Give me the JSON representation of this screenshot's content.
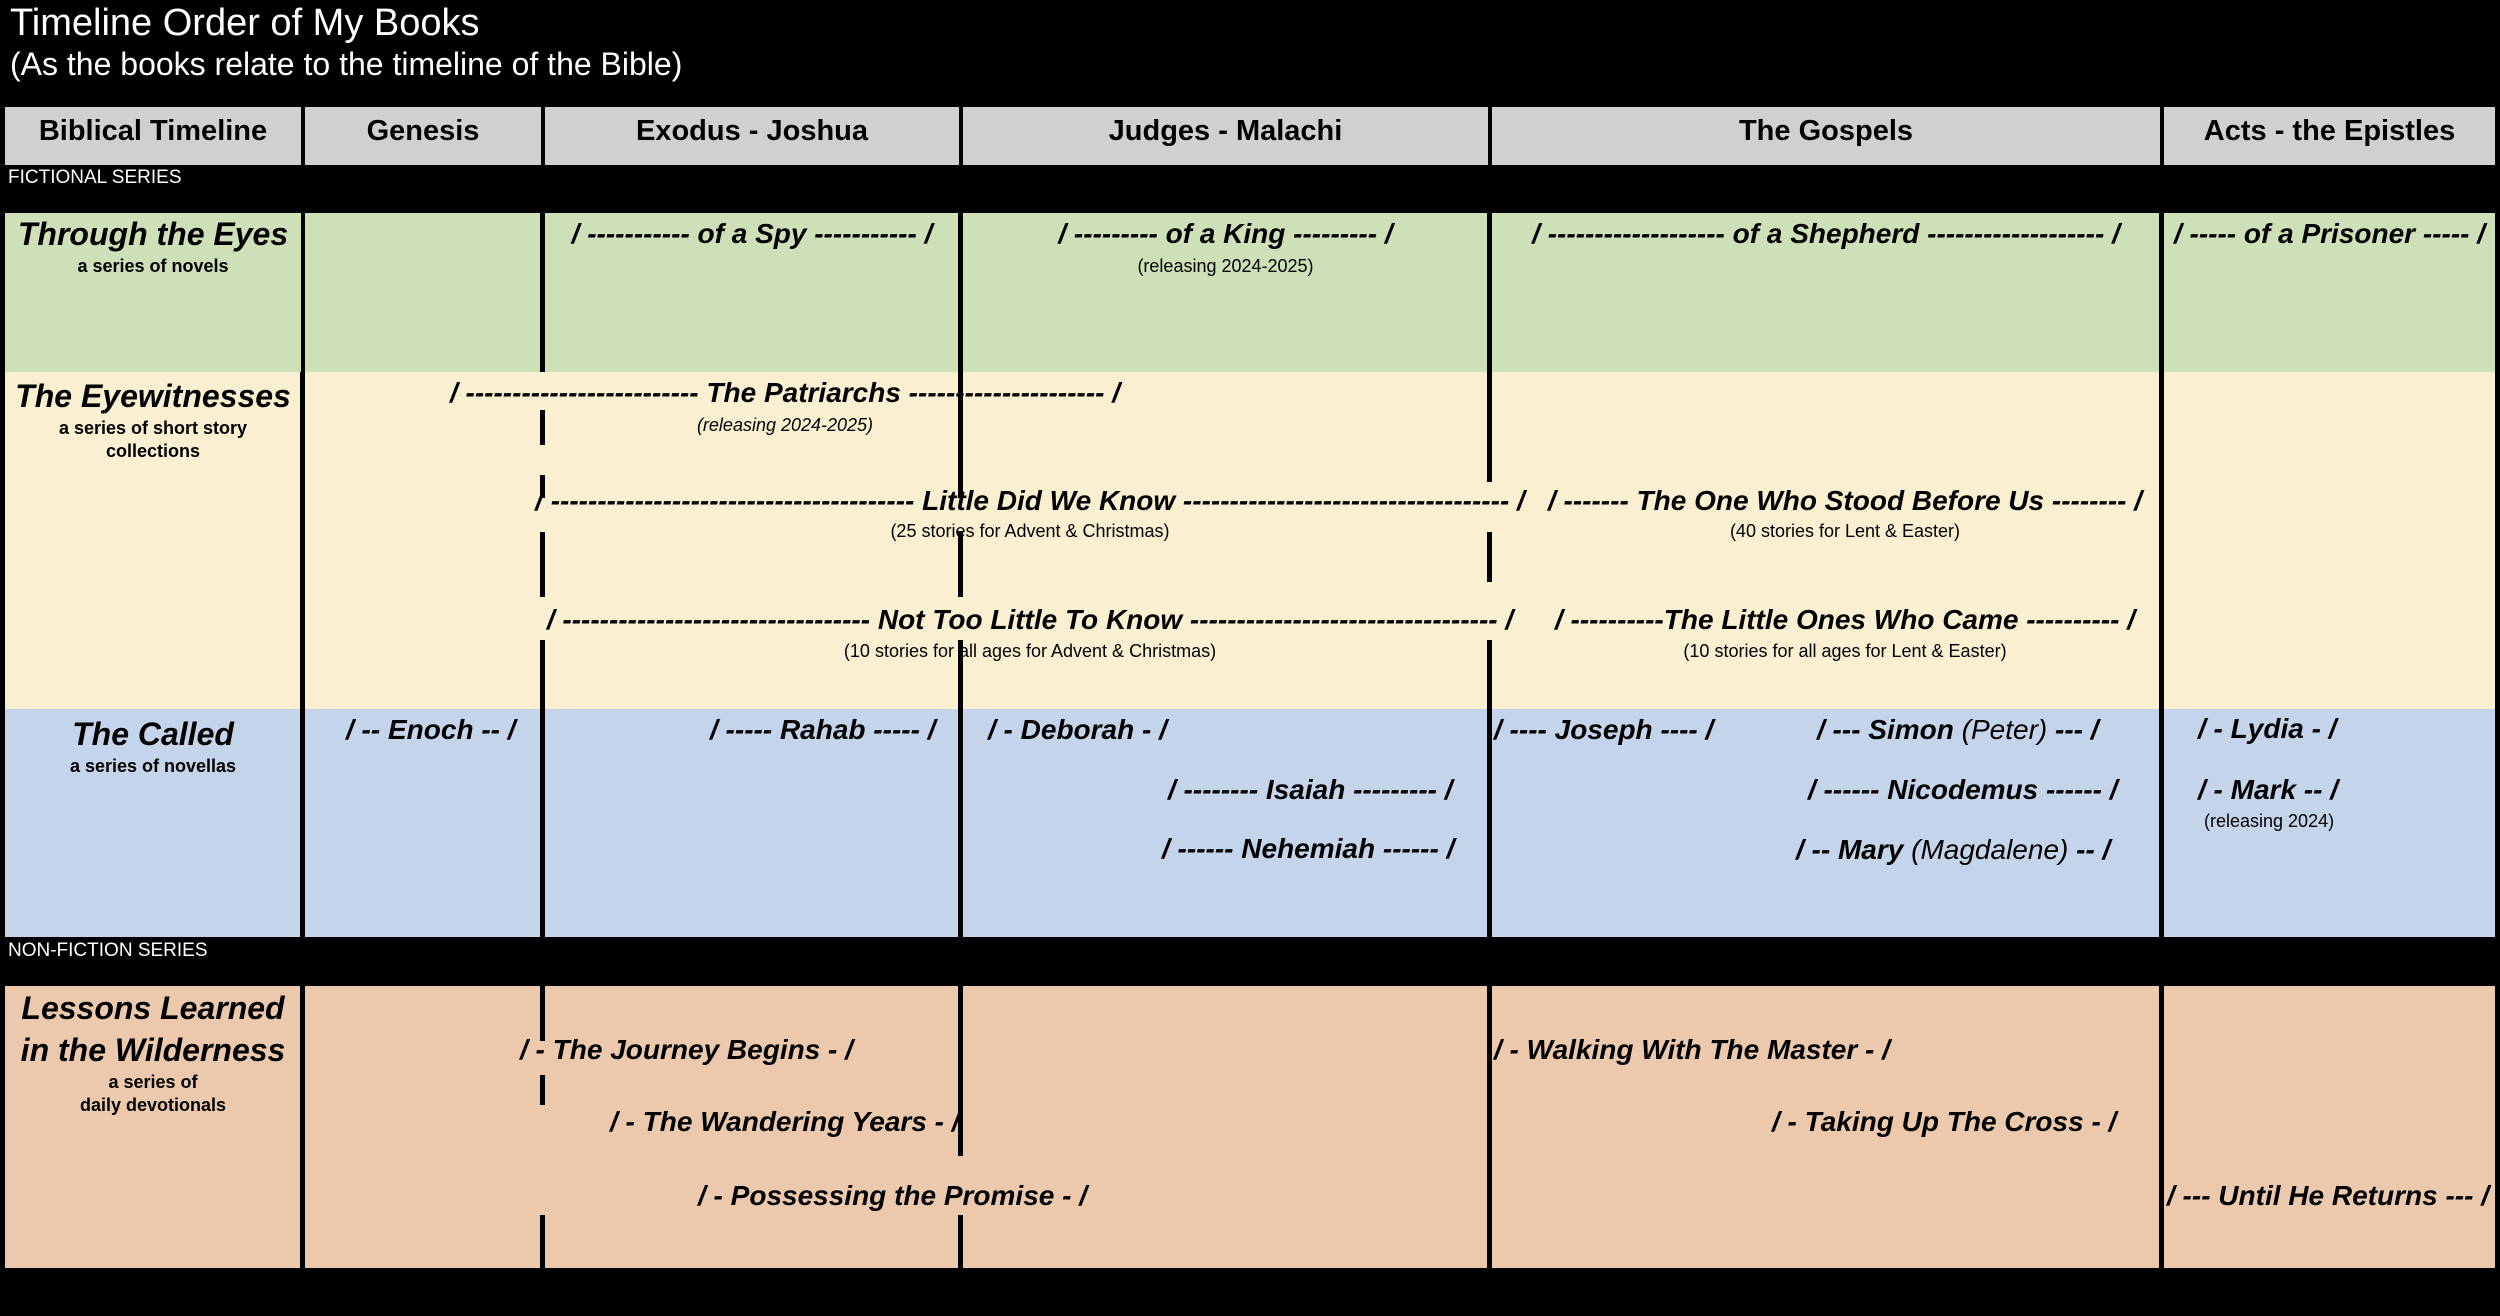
{
  "title": "Timeline Order of My Books",
  "subtitle": "(As the books relate to the timeline of the Bible)",
  "columns": [
    "Biblical Timeline",
    "Genesis",
    "Exodus - Joshua",
    "Judges - Malachi",
    "The Gospels",
    "Acts - the Epistles"
  ],
  "sections": {
    "fiction": "FICTIONAL SERIES",
    "nonfiction": "NON-FICTION SERIES"
  },
  "colors": {
    "green": "#cde0b8",
    "yellow": "#faefd0",
    "blue": "#c4d5eb",
    "peach": "#ecc9ad",
    "header": "#d0d0d0"
  },
  "series": {
    "eyes": {
      "title": "Through the Eyes",
      "sub": "a series of novels",
      "spy": "/ ----------- of a Spy ----------- /",
      "king": "/ --------- of a King --------- /",
      "king_note": "(releasing 2024-2025)",
      "shepherd": "/ ------------------- of a Shepherd ------------------- /",
      "prisoner": "/ ----- of a Prisoner ----- /"
    },
    "eyewitnesses": {
      "title": "The Eyewitnesses",
      "sub1": "a series of short story",
      "sub2": "collections",
      "patriarchs": "/ ------------------------- The Patriarchs --------------------- /",
      "patriarchs_note": "(releasing 2024-2025)",
      "little_did": "/ --------------------------------------- Little Did We Know ----------------------------------- /",
      "little_did_note": "(25 stories for Advent & Christmas)",
      "stood": "/ ------- The One Who Stood Before Us -------- /",
      "stood_note": "(40 stories for Lent & Easter)",
      "not_too": "/ --------------------------------- Not Too Little To Know  --------------------------------- /",
      "not_too_note": "(10 stories for all ages for Advent & Christmas)",
      "little_ones": "/ ----------The Little Ones Who Came ---------- /",
      "little_ones_note": "(10 stories for all ages for Lent & Easter)"
    },
    "called": {
      "title": "The Called",
      "sub": "a series of novellas",
      "enoch": "/ -- Enoch  -- /",
      "rahab": "/ ----- Rahab ----- /",
      "deborah": "/ - Deborah - /",
      "isaiah": "/ -------- Isaiah --------- /",
      "nehemiah": "/ ------ Nehemiah ------ /",
      "joseph": "/ ----  Joseph ---- /",
      "simon_pre": "/ --- Simon ",
      "simon_paren": " (Peter) ",
      "simon_post": " --- /",
      "nicodemus": "/ ------ Nicodemus ------ /",
      "mary_pre": "/ -- Mary ",
      "mary_paren": " (Magdalene) ",
      "mary_post": " -- /",
      "lydia": "/ - Lydia - /",
      "mark": "/ - Mark -- /",
      "mark_note": "(releasing 2024)"
    },
    "lessons": {
      "title1": "Lessons Learned",
      "title2": "in the Wilderness",
      "sub1": "a series of",
      "sub2": "daily devotionals",
      "journey": "/ - The Journey Begins - /",
      "wandering": "/ - The Wandering Years - /",
      "possessing": "/ - Possessing the Promise - /",
      "walking": "/ - Walking With The Master - /",
      "cross": "/ - Taking Up The Cross - /",
      "returns": "/ --- Until He Returns --- /"
    }
  }
}
